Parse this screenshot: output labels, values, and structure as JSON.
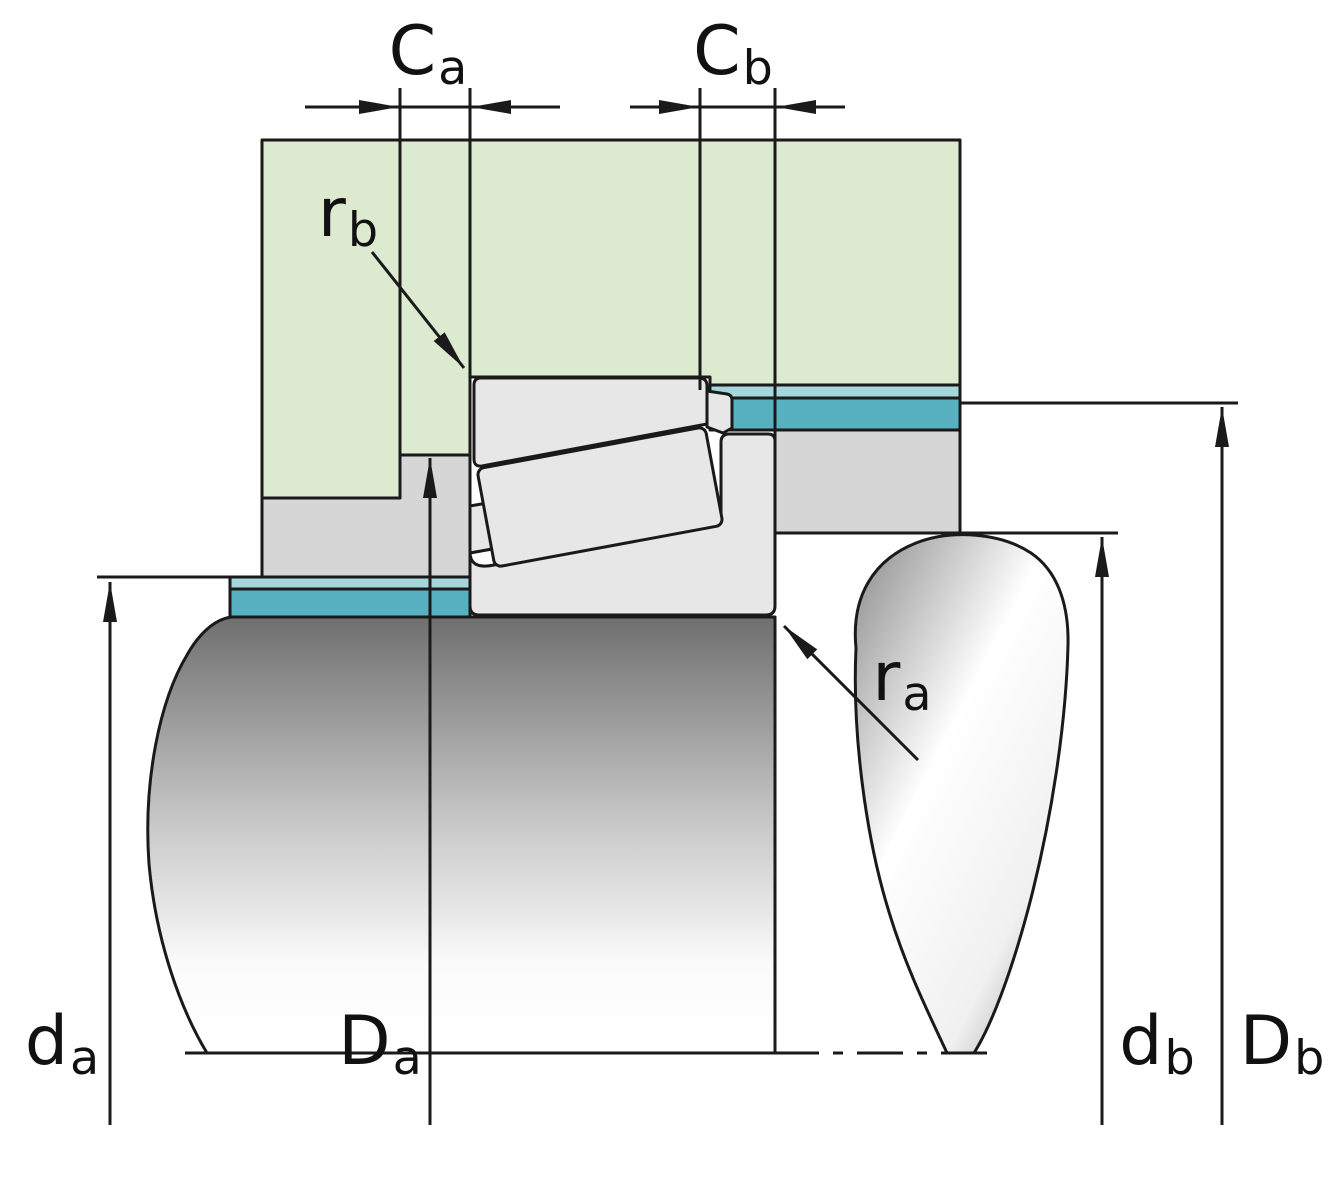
{
  "diagram": {
    "title": "bearing-mounting-abutment-dimensions-cross-section",
    "labels": {
      "ca": {
        "main": "C",
        "sub": "a"
      },
      "cb": {
        "main": "C",
        "sub": "b"
      },
      "rb": {
        "main": "r",
        "sub": "b"
      },
      "ra": {
        "main": "r",
        "sub": "a"
      },
      "da": {
        "main": "d",
        "sub": "a"
      },
      "Da": {
        "main": "D",
        "sub": "a"
      },
      "db": {
        "main": "d",
        "sub": "b"
      },
      "Db": {
        "main": "D",
        "sub": "b"
      }
    },
    "colors": {
      "housing_green": "#dcead0",
      "seal_teal": "#57b1c1",
      "seal_teal_light": "#a5d6dc",
      "spacer_gray": "#d6d6d6",
      "bearing_gray": "#e7e7e7",
      "line_black": "#1a1a1a",
      "background": "#ffffff"
    }
  }
}
